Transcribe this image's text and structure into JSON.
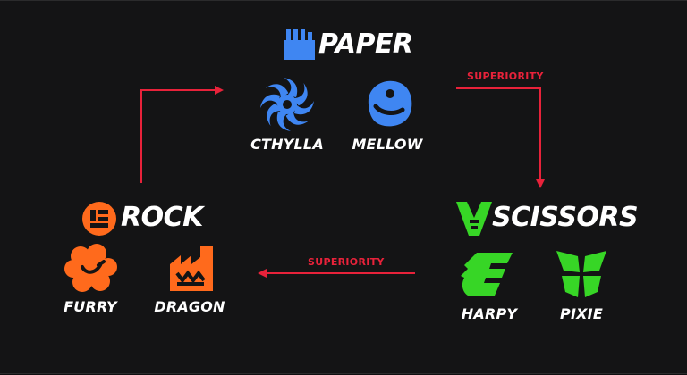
{
  "colors": {
    "paper": "#3f86f2",
    "rock": "#ff6a1c",
    "scissors": "#37d626",
    "arrow": "#e8223a",
    "background": "#141415",
    "text": "#ffffff"
  },
  "paper": {
    "title": "PAPER",
    "icon": "paper-hand-icon",
    "members": [
      {
        "name": "CTHYLLA",
        "icon": "cthylla-spiral-icon"
      },
      {
        "name": "MELLOW",
        "icon": "mellow-blob-icon"
      }
    ]
  },
  "rock": {
    "title": "ROCK",
    "icon": "rock-fist-icon",
    "members": [
      {
        "name": "FURRY",
        "icon": "furry-cloud-icon"
      },
      {
        "name": "DRAGON",
        "icon": "dragon-factory-icon"
      }
    ]
  },
  "scissors": {
    "title": "SCISSORS",
    "icon": "scissors-v-icon",
    "members": [
      {
        "name": "HARPY",
        "icon": "harpy-wing-icon"
      },
      {
        "name": "PIXIE",
        "icon": "pixie-butterfly-icon"
      }
    ]
  },
  "labels": {
    "paper_to_scissors": "SUPERIORITY",
    "scissors_to_rock": "SUPERIORITY"
  }
}
